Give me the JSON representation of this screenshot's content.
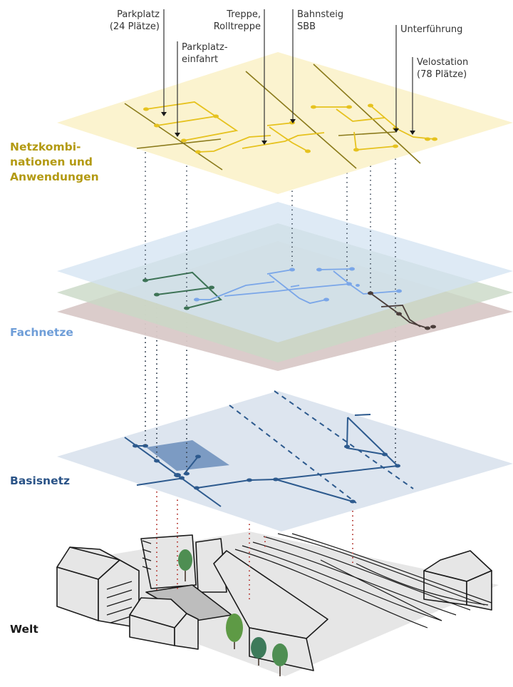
{
  "callouts": [
    {
      "id": "parkplatz",
      "text": "Parkplatz\n(24 Plätze)"
    },
    {
      "id": "treppe",
      "text": "Treppe,\nRolltreppe"
    },
    {
      "id": "bahnsteig",
      "text": "Bahnsteig\nSBB"
    },
    {
      "id": "unterfuehrung",
      "text": "Unterführung"
    },
    {
      "id": "einfahrt",
      "text": "Parkplatz-\neinfahrt"
    },
    {
      "id": "velostation",
      "text": "Velostation\n(78 Plätze)"
    }
  ],
  "layers": [
    {
      "id": "netzkombinationen",
      "label": "Netzkombi-\nnationen und\nAnwendungen",
      "color": "#b39a12"
    },
    {
      "id": "fachnetze",
      "label": "Fachnetze",
      "color": "#6f9ed8"
    },
    {
      "id": "basisnetz",
      "label": "Basisnetz",
      "color": "#2a5387"
    },
    {
      "id": "welt",
      "label": "Welt",
      "color": "#1a1a1a"
    }
  ],
  "colors": {
    "application_plane": "#fbf3cf",
    "application_network": "#e6c21e",
    "application_axis": "#8a7a1a",
    "fach_plane_blue": "#d3e3f2",
    "fach_plane_green": "#c9d8c6",
    "fach_plane_rose": "#d9c9c8",
    "fach_network_blue": "#7aa6e8",
    "fach_network_green": "#3d7356",
    "fach_network_dark": "#4a3d3a",
    "basis_plane": "#dde5ef",
    "basis_network": "#2d5a8e",
    "basis_parking": "#7c9bc3",
    "world_fill": "#e6e6e6",
    "tree_light": "#6f9e3e",
    "tree_dark": "#3d7a5a",
    "red_drop_line": "#b8433d"
  }
}
